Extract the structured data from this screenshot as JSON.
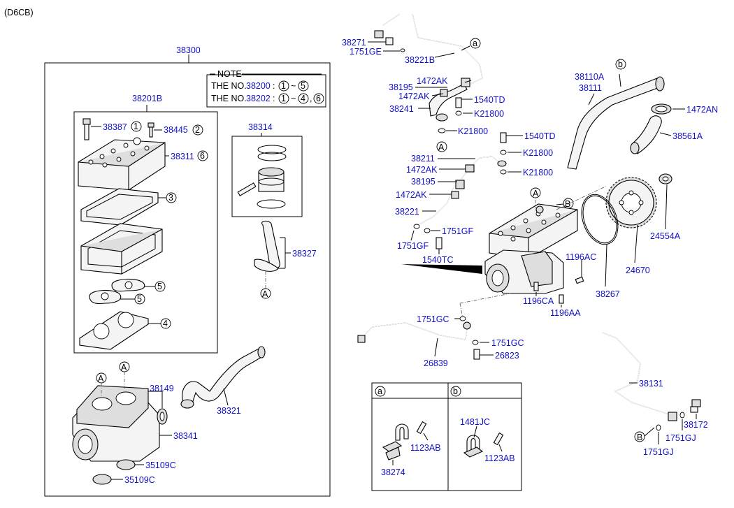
{
  "engine_code": "(D6CB)",
  "group_part": "38300",
  "note": {
    "title": "NOTE",
    "line1_prefix": "THE NO.",
    "line1_part": "38200",
    "line1_sep": ":",
    "line1_a": "1",
    "line1_tilde": "~",
    "line1_b": "5",
    "line2_prefix": "THE NO.",
    "line2_part": "38202",
    "line2_sep": ":",
    "line2_a": "1",
    "line2_tilde": "~",
    "line2_b": "4",
    "line2_comma": ",",
    "line2_c": "6"
  },
  "left_group": {
    "head_assy": "38201B",
    "bolt1": "38387",
    "bolt1_ref": "1",
    "bolt2": "38445",
    "bolt2_ref": "2",
    "head": "38311",
    "head_ref": "6",
    "gasket_ref": "3",
    "plate_ref_a": "5",
    "plate_ref_b": "5",
    "lower_gasket_ref": "4",
    "piston_assy": "38314",
    "conrod": "38327",
    "conrod_callout": "A",
    "oil_seal": "38149",
    "pipe": "38321",
    "housing": "38341",
    "cap1": "35109C",
    "cap2": "35109C",
    "housing_callout_a": "A",
    "housing_callout_b": "A"
  },
  "right_group": {
    "p38271": "38271",
    "p1751GE": "1751GE",
    "p38221B": "38221B",
    "callout_a_top": "a",
    "p38195_top": "38195",
    "p1472AK_1": "1472AK",
    "p1472AK_2": "1472AK",
    "p1540TD_1": "1540TD",
    "p38241": "38241",
    "pK21800_1": "K21800",
    "pK21800_2": "K21800",
    "callout_A_left": "A",
    "p1540TD_2": "1540TD",
    "pK21800_3": "K21800",
    "p38211": "38211",
    "p1472AK_3": "1472AK",
    "pK21800_4": "K21800",
    "p38195_mid": "38195",
    "p1472AK_4": "1472AK",
    "p38221": "38221",
    "p1751GF_1": "1751GF",
    "p1751GF_2": "1751GF",
    "p1540TC": "1540TC",
    "p38110A": "38110A",
    "p38111": "38111",
    "callout_b_top": "b",
    "p1472AN": "1472AN",
    "p38561A": "38561A",
    "p24554A": "24554A",
    "p24670": "24670",
    "p38267": "38267",
    "p1196AC": "1196AC",
    "p1196CA": "1196CA",
    "p1196AA": "1196AA",
    "compressor_callout_A": "A",
    "compressor_callout_B": "B",
    "p1751GC_1": "1751GC",
    "p1751GC_2": "1751GC",
    "p26839": "26839",
    "p26823": "26823",
    "p38131": "38131",
    "callout_B_bottom": "B",
    "p1751GJ_1": "1751GJ",
    "p1751GJ_2": "1751GJ",
    "p38172": "38172"
  },
  "detail_box": {
    "a_label": "a",
    "b_label": "b",
    "a_clamp": "38274",
    "a_bolt": "1123AB",
    "b_clamp": "1481JC",
    "b_bolt": "1123AB"
  }
}
